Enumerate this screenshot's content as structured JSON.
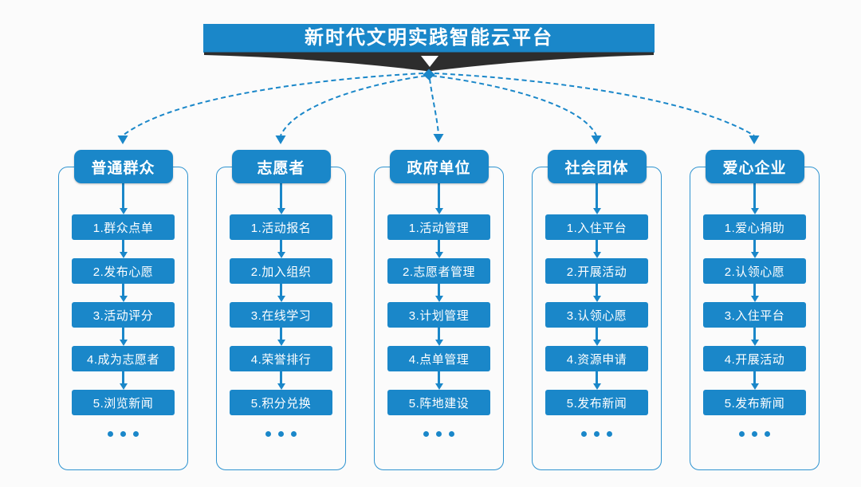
{
  "title": {
    "banner": "新时代文明实践智能云平台"
  },
  "colors": {
    "primary_blue": "#1a87c9",
    "frame_blue": "#2e93d0",
    "ribbon_dark": "#2d2d2d",
    "background": "#fbfbfb",
    "text_on_blue": "#ffffff"
  },
  "columns": [
    {
      "id": "public",
      "header": "普通群众",
      "items": [
        "1.群众点单",
        "2.发布心愿",
        "3.活动评分",
        "4.成为志愿者",
        "5.浏览新闻"
      ],
      "more": "..."
    },
    {
      "id": "volunteer",
      "header": "志愿者",
      "items": [
        "1.活动报名",
        "2.加入组织",
        "3.在线学习",
        "4.荣誉排行",
        "5.积分兑换"
      ],
      "more": "..."
    },
    {
      "id": "government",
      "header": "政府单位",
      "items": [
        "1.活动管理",
        "2.志愿者管理",
        "3.计划管理",
        "4.点单管理",
        "5.阵地建设"
      ],
      "more": "..."
    },
    {
      "id": "social-group",
      "header": "社会团体",
      "items": [
        "1.入住平台",
        "2.开展活动",
        "3.认领心愿",
        "4.资源申请",
        "5.发布新闻"
      ],
      "more": "..."
    },
    {
      "id": "enterprise",
      "header": "爱心企业",
      "items": [
        "1.爱心捐助",
        "2.认领心愿",
        "3.入住平台",
        "4.开展活动",
        "5.发布新闻"
      ],
      "more": "..."
    }
  ]
}
